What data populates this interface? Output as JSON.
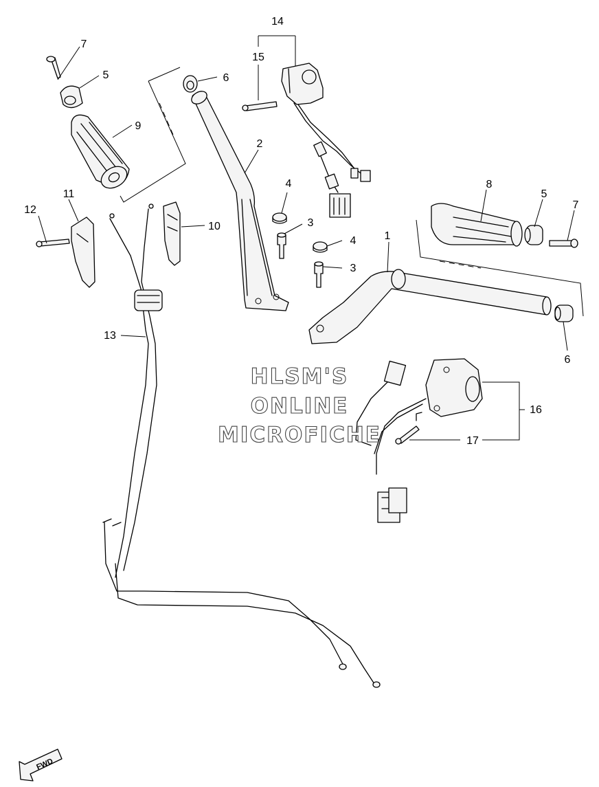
{
  "watermark": {
    "line1": "HLSM'S",
    "line2": "ONLINE",
    "line3": "MICROFICHE"
  },
  "fwd_label": "FWD",
  "callouts": [
    {
      "id": "c-14",
      "text": "14"
    },
    {
      "id": "c-15",
      "text": "15"
    },
    {
      "id": "c-7a",
      "text": "7"
    },
    {
      "id": "c-5a",
      "text": "5"
    },
    {
      "id": "c-6a",
      "text": "6"
    },
    {
      "id": "c-9",
      "text": "9"
    },
    {
      "id": "c-2",
      "text": "2"
    },
    {
      "id": "c-4a",
      "text": "4"
    },
    {
      "id": "c-3a",
      "text": "3"
    },
    {
      "id": "c-11",
      "text": "11"
    },
    {
      "id": "c-12",
      "text": "12"
    },
    {
      "id": "c-10",
      "text": "10"
    },
    {
      "id": "c-8",
      "text": "8"
    },
    {
      "id": "c-5b",
      "text": "5"
    },
    {
      "id": "c-7b",
      "text": "7"
    },
    {
      "id": "c-4b",
      "text": "4"
    },
    {
      "id": "c-1",
      "text": "1"
    },
    {
      "id": "c-3b",
      "text": "3"
    },
    {
      "id": "c-13",
      "text": "13"
    },
    {
      "id": "c-6b",
      "text": "6"
    },
    {
      "id": "c-16",
      "text": "16"
    },
    {
      "id": "c-17",
      "text": "17"
    }
  ]
}
